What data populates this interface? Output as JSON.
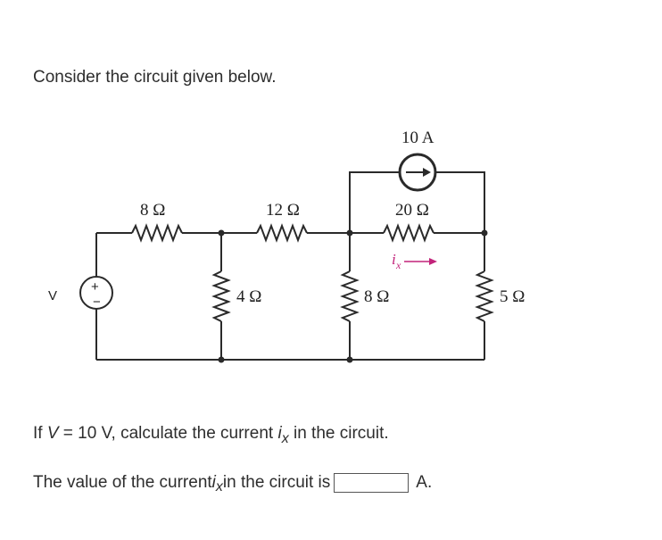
{
  "prompt": {
    "intro": "Consider the circuit given below."
  },
  "circuit": {
    "source_label": "V",
    "source_plus": "+",
    "source_minus": "−",
    "current_source_label": "10 A",
    "resistors": {
      "r_top_left": "8 Ω",
      "r_top_mid": "12 Ω",
      "r_top_right": "20 Ω",
      "r_shunt_left": "4 Ω",
      "r_shunt_mid": "8 Ω",
      "r_shunt_right": "5 Ω"
    },
    "current_label": "i",
    "current_label_sub": "x"
  },
  "question": {
    "line1_prefix": "If ",
    "line1_var": "V",
    "line1_mid": " = 10 V, calculate the current ",
    "line1_cur": "i",
    "line1_cur_sub": "x",
    "line1_suffix": " in the circuit.",
    "line2_prefix": "The value of the current ",
    "line2_cur": "i",
    "line2_cur_sub": "x",
    "line2_mid": " in the circuit is",
    "answer_value": "",
    "unit": "A."
  }
}
